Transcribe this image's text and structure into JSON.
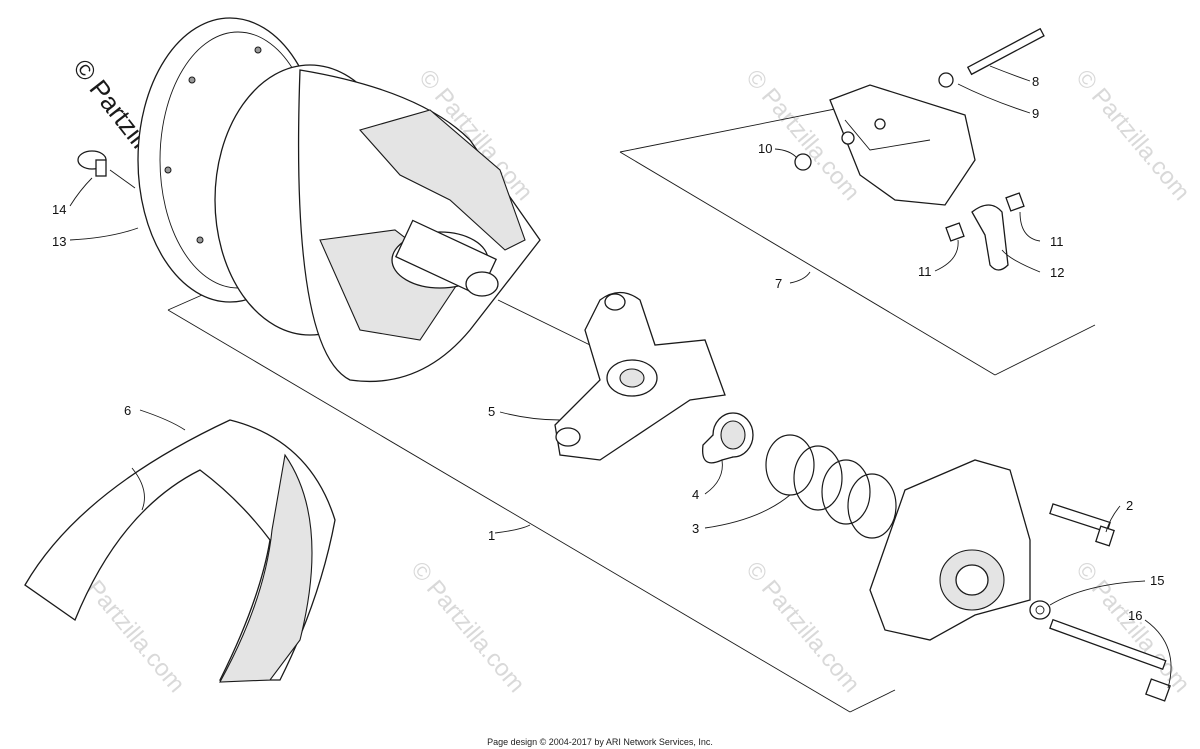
{
  "watermark": {
    "main": "© Partzilla.com",
    "repeat": "© Partzilla.com"
  },
  "footer": "Page design © 2004-2017 by ARI Network Services, Inc.",
  "callouts": {
    "c1": "1",
    "c2": "2",
    "c3": "3",
    "c4": "4",
    "c5": "5",
    "c6": "6",
    "c7": "7",
    "c8": "8",
    "c9": "9",
    "c10": "10",
    "c11a": "11",
    "c11b": "11",
    "c12": "12",
    "c13": "13",
    "c14": "14",
    "c15": "15",
    "c16": "16"
  }
}
